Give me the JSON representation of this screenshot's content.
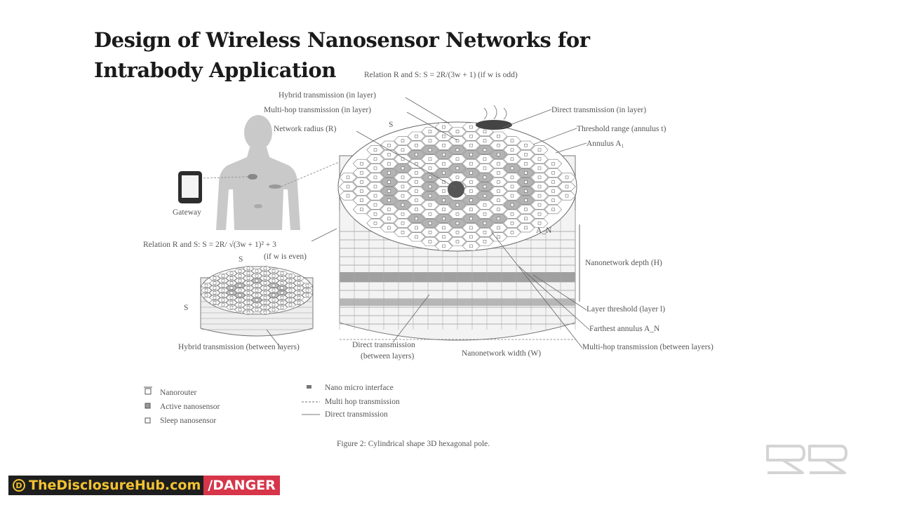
{
  "slide": {
    "title_line1": "Design of Wireless Nanosensor Networks for",
    "title_line2": "Intrabody Application"
  },
  "figure": {
    "relation_odd": "Relation R and S: S = 2R/(3w + 1) (if w is odd)",
    "relation_even_a": "Relation R and S: S = 2R/ √(3w + 1)² + 3",
    "relation_even_b": "(if w is even)",
    "gateway": "Gateway",
    "labels": {
      "hybrid_in_layer": "Hybrid transmission (in layer)",
      "multihop_in_layer": "Multi-hop transmission (in layer)",
      "network_radius": "Network radius (R)",
      "s_small": "S",
      "direct_in_layer": "Direct transmission (in layer)",
      "threshold_range": "Threshold range (annulus t)",
      "annulus_a1": "Annulus A₁",
      "a_n_inner": "A_N",
      "depth": "Nanonetwork depth (H)",
      "layer_threshold": "Layer threshold (layer l)",
      "farthest_annulus": "Farthest annulus A_N",
      "multihop_between": "Multi-hop transmission (between layers)",
      "width": "Nanonetwork width (W)",
      "direct_between_a": "Direct transmission",
      "direct_between_b": "(between layers)",
      "hybrid_between": "Hybrid transmission (between layers)",
      "s_left": "S",
      "s_top": "S"
    },
    "legend_left": [
      "Nanorouter",
      "Active nanosensor",
      "Sleep nanosensor"
    ],
    "legend_right": [
      "Nano micro interface",
      "Multi hop transmission",
      "Direct transmission"
    ],
    "caption": "Figure 2: Cylindrical shape 3D hexagonal pole."
  },
  "banner": {
    "site": "TheDisclosureHub.com",
    "tag": "/DANGER"
  },
  "colors": {
    "banner_bg": "#1e1e1e",
    "banner_text": "#f2c230",
    "banner_tag": "#d7354a"
  }
}
